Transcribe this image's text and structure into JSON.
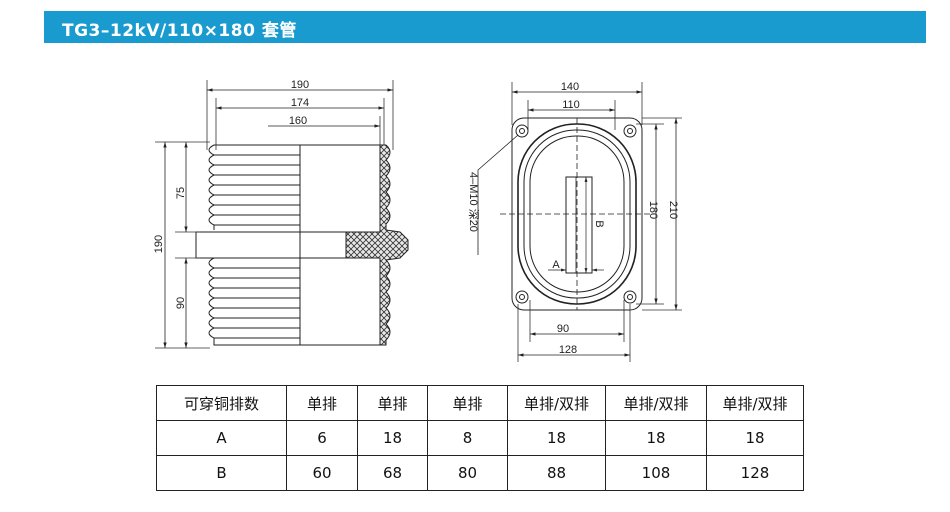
{
  "title": "TG3–12kV/110×180 套管",
  "drawing": {
    "side_view": {
      "dim_190_top": "190",
      "dim_174": "174",
      "dim_160": "160",
      "dim_75": "75",
      "dim_190_left": "190",
      "dim_90": "90"
    },
    "top_view": {
      "dim_140": "140",
      "dim_110": "110",
      "dim_180": "180",
      "dim_210": "210",
      "dim_90": "90",
      "dim_128": "128",
      "label_a": "A",
      "label_b": "B",
      "bolt_note": "4–M10 深20"
    }
  },
  "table": {
    "header": [
      "可穿铜排数",
      "单排",
      "单排",
      "单排",
      "单排/双排",
      "单排/双排",
      "单排/双排"
    ],
    "rows": [
      [
        "A",
        "6",
        "18",
        "8",
        "18",
        "18",
        "18"
      ],
      [
        "B",
        "60",
        "68",
        "80",
        "88",
        "108",
        "128"
      ]
    ]
  }
}
